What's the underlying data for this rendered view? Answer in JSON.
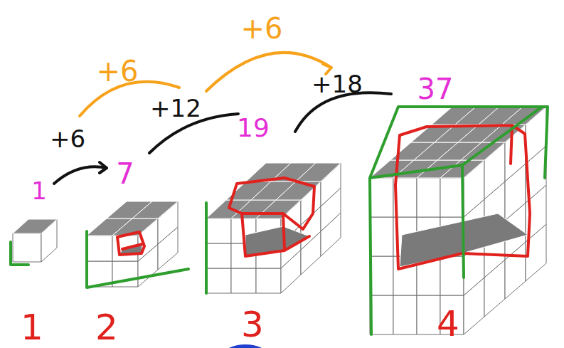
{
  "diagram": {
    "labels": [
      "+6",
      "+6",
      "+6",
      "+12",
      "+18",
      "1",
      "7",
      "19",
      "37",
      "1",
      "2",
      "3",
      "4"
    ]
  }
}
